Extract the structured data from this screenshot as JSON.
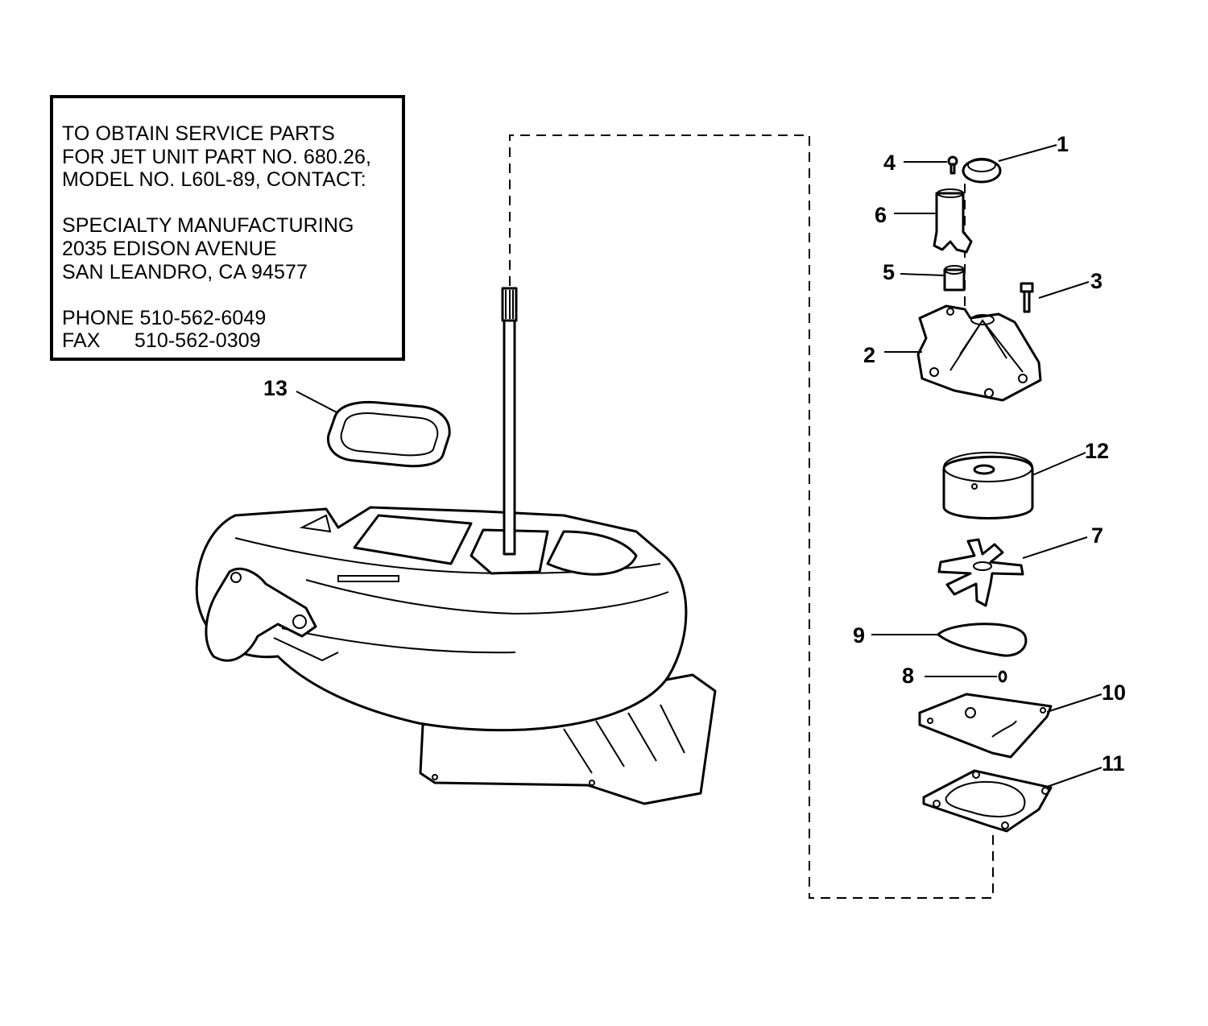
{
  "notice": {
    "lines": [
      "TO OBTAIN SERVICE PARTS",
      "FOR JET UNIT PART NO. 680.26,",
      "MODEL NO. L60L-89, CONTACT:",
      "",
      "SPECIALTY MANUFACTURING",
      "2035 EDISON AVENUE",
      "SAN LEANDRO, CA 94577",
      "",
      "PHONE 510-562-6049",
      "FAX      510-562-0309"
    ]
  },
  "callouts": {
    "c1": "1",
    "c2": "2",
    "c3": "3",
    "c4": "4",
    "c5": "5",
    "c6": "6",
    "c7": "7",
    "c8": "8",
    "c9": "9",
    "c10": "10",
    "c11": "11",
    "c12": "12",
    "c13": "13"
  }
}
